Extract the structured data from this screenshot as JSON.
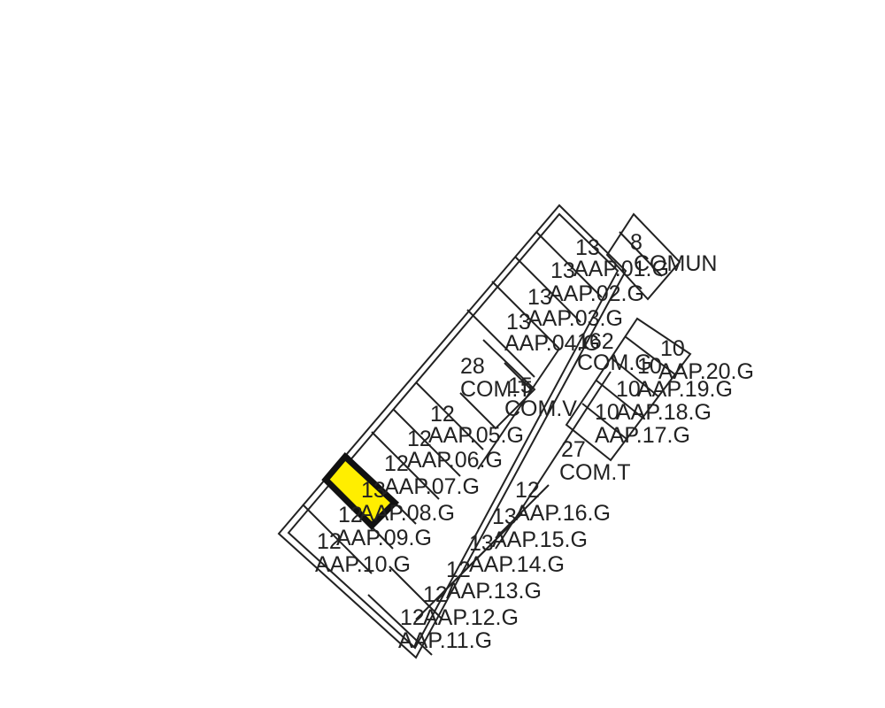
{
  "plan": {
    "units": [
      {
        "id": "aap01",
        "area": "13",
        "code": "AAP.01.G"
      },
      {
        "id": "aap02",
        "area": "13",
        "code": "AAP.02.G"
      },
      {
        "id": "aap03",
        "area": "13",
        "code": "AAP.03.G"
      },
      {
        "id": "aap04",
        "area": "13",
        "code": "AAP.04.G"
      },
      {
        "id": "aap05",
        "area": "12",
        "code": "AAP.05.G"
      },
      {
        "id": "aap06",
        "area": "12",
        "code": "AAP.06.G"
      },
      {
        "id": "aap07",
        "area": "12",
        "code": "AAP.07.G"
      },
      {
        "id": "aap08",
        "area": "13",
        "code": "AAP.08.G",
        "selected": true
      },
      {
        "id": "aap09",
        "area": "12",
        "code": "AAP.09.G"
      },
      {
        "id": "aap10",
        "area": "12",
        "code": "AAP.10.G"
      },
      {
        "id": "aap11",
        "area": "12",
        "code": "AAP.11.G"
      },
      {
        "id": "aap12",
        "area": "12",
        "code": "AAP.12.G"
      },
      {
        "id": "aap13",
        "area": "12",
        "code": "AAP.13.G"
      },
      {
        "id": "aap14",
        "area": "13",
        "code": "AAP.14.G"
      },
      {
        "id": "aap15",
        "area": "13",
        "code": "AAP.15.G"
      },
      {
        "id": "aap16",
        "area": "13",
        "code": "AAP.16.G"
      },
      {
        "id": "aap17",
        "area": "10",
        "code": "AAP.17.G"
      },
      {
        "id": "aap18",
        "area": "10",
        "code": "AAP.18.G"
      },
      {
        "id": "aap19",
        "area": "10",
        "code": "AAP.19.G"
      },
      {
        "id": "aap20",
        "area": "10",
        "code": "AAP.20.G"
      },
      {
        "id": "comun",
        "area": "8",
        "code": "COMUN"
      },
      {
        "id": "comt_top",
        "area": "28",
        "code": "COM.T"
      },
      {
        "id": "comv",
        "area": "15",
        "code": "COM.V"
      },
      {
        "id": "comg",
        "area": "162",
        "code": "COM.G"
      },
      {
        "id": "comt_bottom",
        "area": "27",
        "code": "COM.T"
      },
      {
        "id": "area16",
        "area": "12",
        "code": ""
      }
    ]
  },
  "colors": {
    "outline": "#222222",
    "selected_fill": "#ffee00",
    "selected_border": "#111111",
    "background": "#ffffff"
  }
}
